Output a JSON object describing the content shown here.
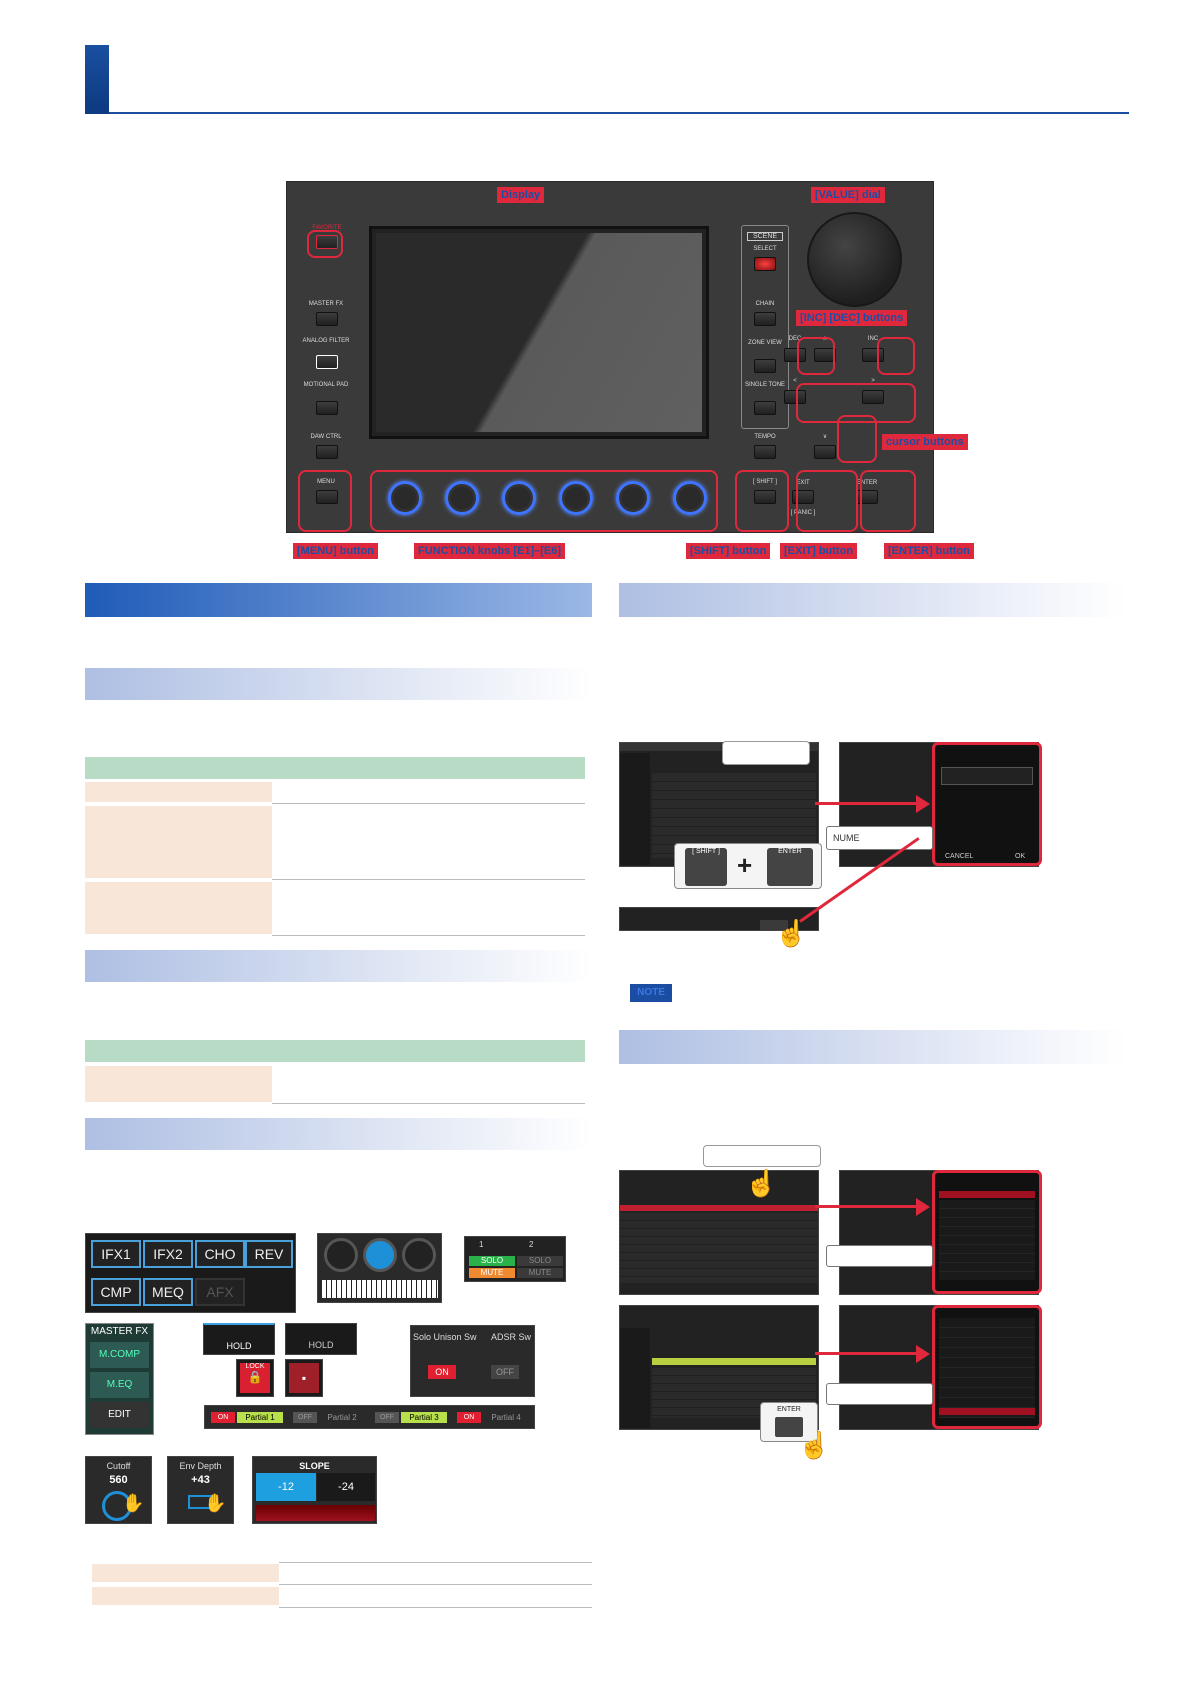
{
  "panel": {
    "left_top_label": "FAVORITE",
    "left_buttons": [
      "MASTER FX",
      "ANALOG FILTER",
      "MOTIONAL PAD",
      "DAW CTRL",
      "MENU"
    ],
    "scene_label": "SCENE",
    "scene_select": "SELECT",
    "right_buttons": [
      "CHAIN",
      "ZONE VIEW",
      "SINGLE TONE",
      "TEMPO",
      "[ SHIFT ]"
    ],
    "dec": "DEC",
    "inc": "INC",
    "up": "∧",
    "down": "∨",
    "left": "<",
    "right": ">",
    "exit": "EXIT",
    "panic": "[ PANIC ]",
    "enter": "ENTER"
  },
  "callouts": {
    "display": "Display",
    "value_dial": "[VALUE] dial",
    "inc_dec": "[INC] [DEC] buttons",
    "cursor": "cursor buttons",
    "menu": "[MENU] button",
    "function_knobs": "FUNCTION knobs [E1]–[E6]",
    "shift": "[SHIFT] button",
    "exit": "[EXIT] button",
    "enter": "[ENTER] button"
  },
  "fx_buttons": [
    "IFX1",
    "IFX2",
    "CHO",
    "REV",
    "CMP",
    "MEQ",
    "AFX"
  ],
  "master_fx": {
    "title": "MASTER FX",
    "items": [
      "M.COMP",
      "M.EQ",
      "EDIT"
    ]
  },
  "solo_mute": {
    "a": "1",
    "b": "2",
    "solo": "SOLO",
    "mute": "MUTE"
  },
  "hold": {
    "hold1": "HOLD",
    "hold2": "HOLD",
    "lock": "LOCK"
  },
  "switches": {
    "solo_unison": "Solo Unison Sw",
    "adsr": "ADSR Sw",
    "on": "ON",
    "off": "OFF"
  },
  "partials": [
    {
      "state": "ON",
      "label": "Partial 1"
    },
    {
      "state": "OFF",
      "label": "Partial 2"
    },
    {
      "state": "OFF",
      "label": "Partial 3"
    },
    {
      "state": "ON",
      "label": "Partial 4"
    }
  ],
  "params": {
    "cutoff_label": "Cutoff",
    "cutoff_value": "560",
    "env_label": "Env Depth",
    "env_value": "+43",
    "slope_label": "SLOPE",
    "slope_a": "-12",
    "slope_b": "-24"
  },
  "numeric": {
    "shift": "[ SHIFT ]",
    "plus": "+",
    "enter": "ENTER",
    "field": "NUME",
    "cancel": "CANCEL",
    "ok": "OK"
  },
  "note_label": "NOTE",
  "list_enter": "ENTER",
  "colors": {
    "accent_blue": "#1b4ea3",
    "callout_red": "#e0283c",
    "table_header": "#b7dbc4",
    "table_cell": "#f8e6d8"
  }
}
